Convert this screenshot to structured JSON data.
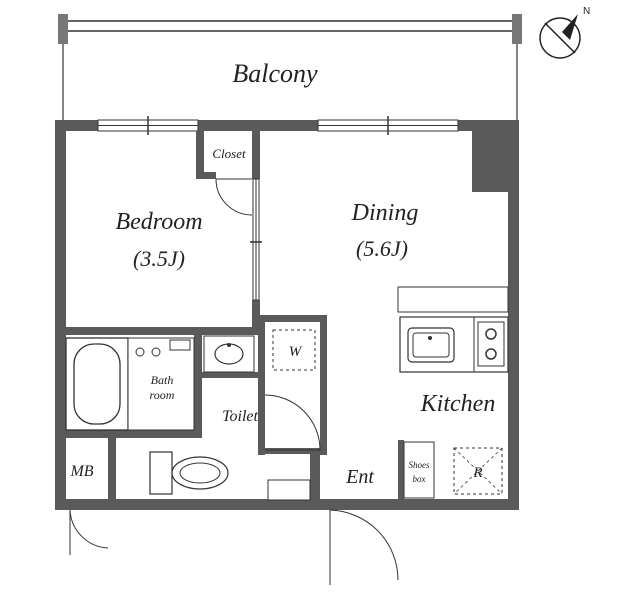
{
  "labels": {
    "balcony": "Balcony",
    "bedroom": "Bedroom",
    "bedroom_size": "(3.5J)",
    "dining": "Dining",
    "dining_size": "(5.6J)",
    "closet": "Closet",
    "kitchen": "Kitchen",
    "bath_line1": "Bath",
    "bath_line2": "room",
    "toilet": "Toilet",
    "washer": "W",
    "mb": "MB",
    "entrance": "Ent",
    "shoes_line1": "Shoes",
    "shoes_line2": "box",
    "refrigerator": "R",
    "compass_north": "N"
  },
  "colors": {
    "wall": "#5a5a5a",
    "line": "#333333",
    "fixture_fill": "#ffffff"
  }
}
